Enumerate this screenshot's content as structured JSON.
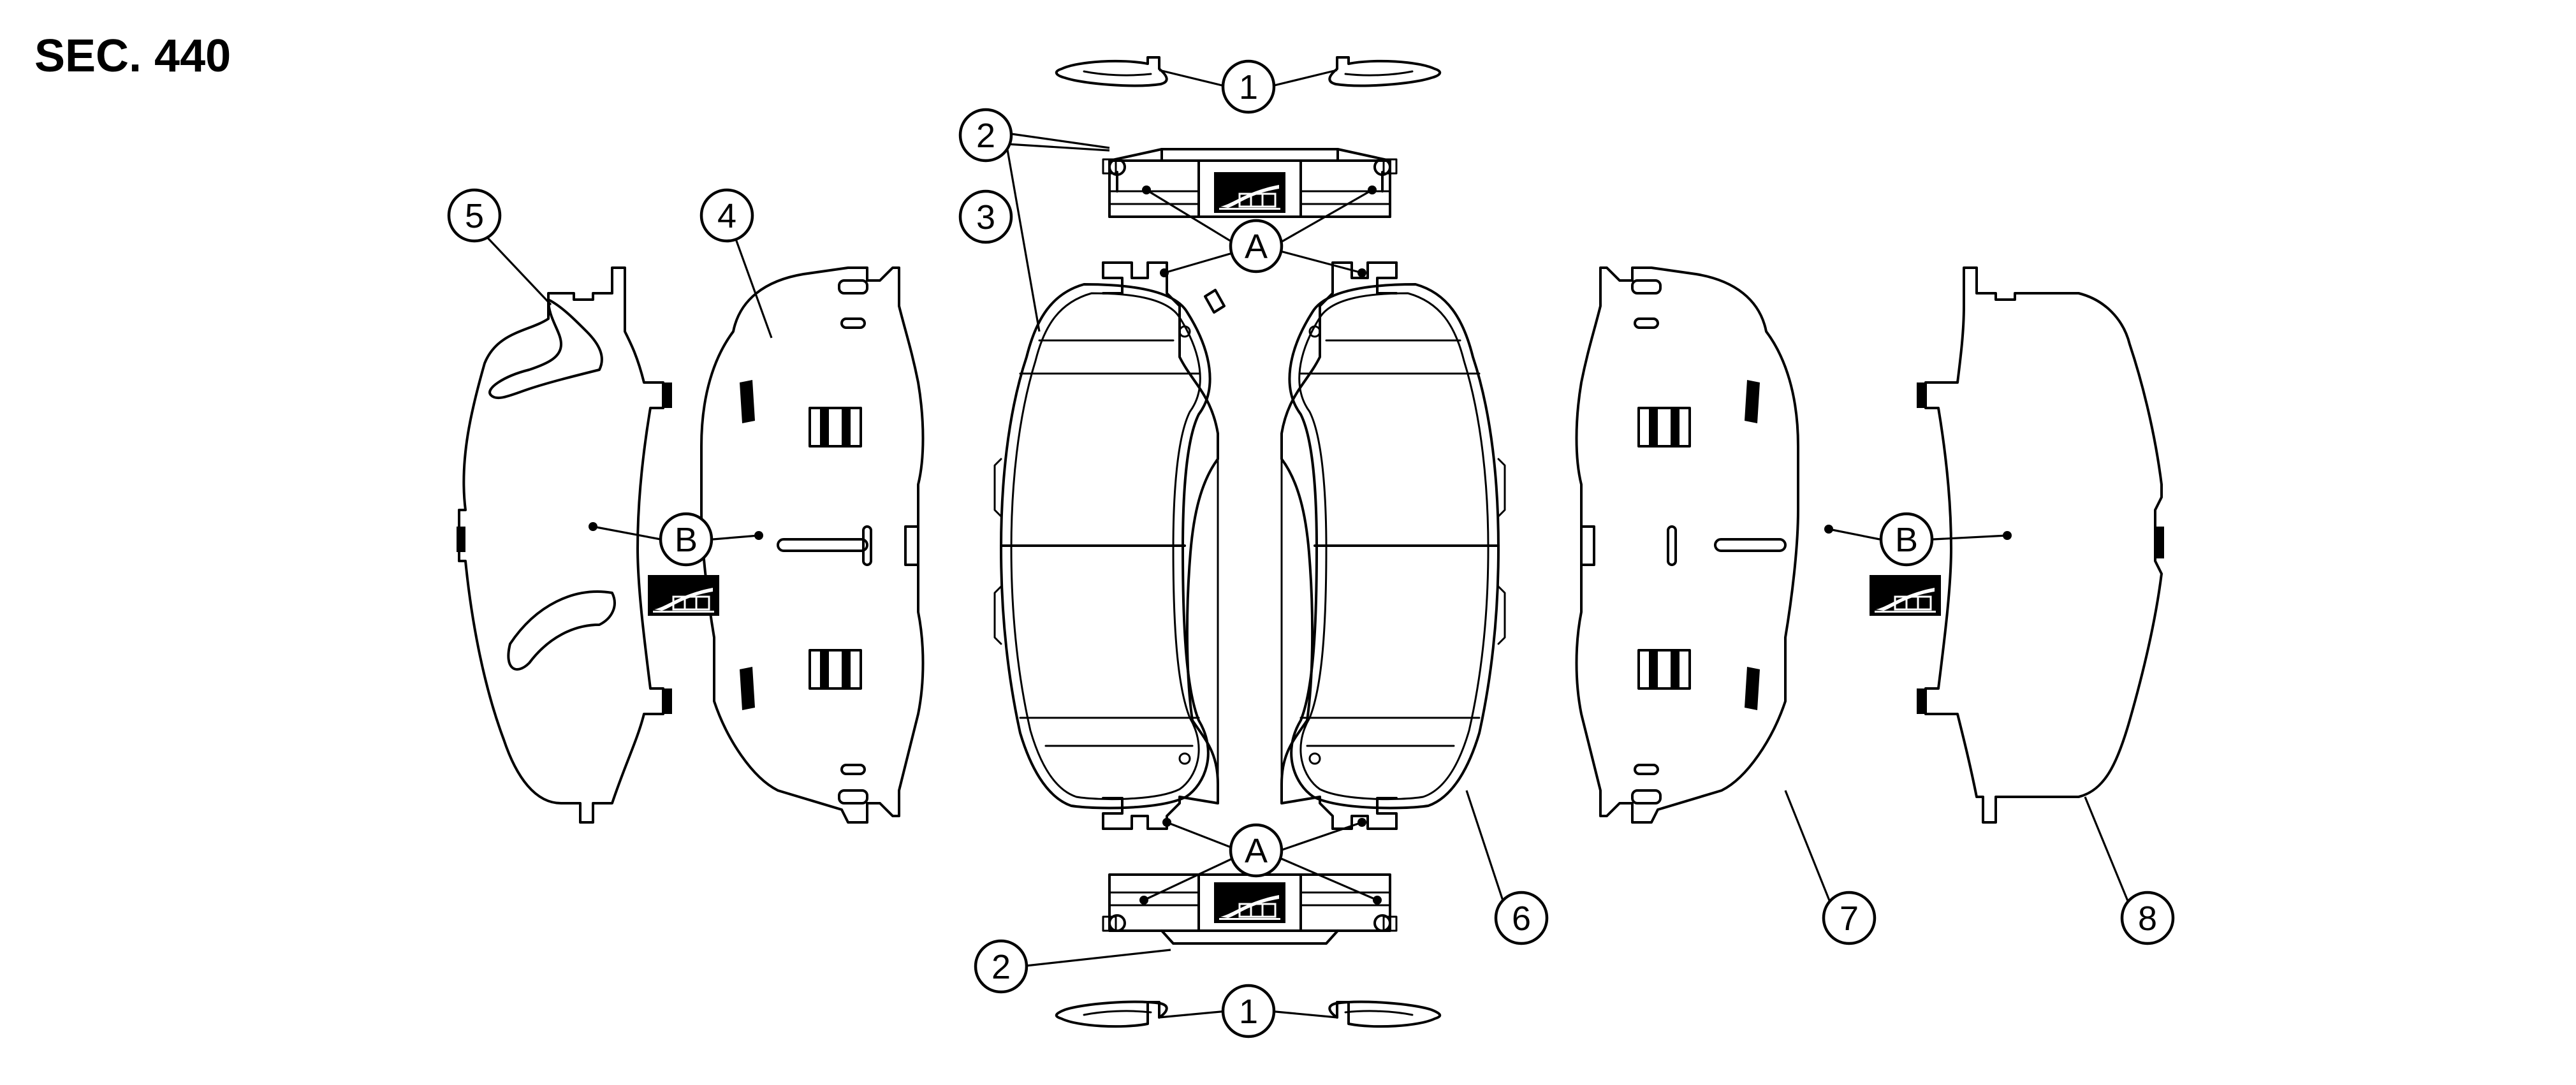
{
  "title": "SEC. 440",
  "callouts": {
    "n1": "1",
    "n2": "2",
    "n3": "3",
    "n4": "4",
    "n5": "5",
    "n6": "6",
    "n7": "7",
    "n8": "8",
    "A": "A",
    "B": "B"
  },
  "icons": {
    "lube": "grease-application-symbol",
    "pad": "brake-pad",
    "shim": "pad-shim",
    "clip": "pad-retainer-clip",
    "spring": "pad-return-spring",
    "bracket": "caliper-torque-member"
  }
}
